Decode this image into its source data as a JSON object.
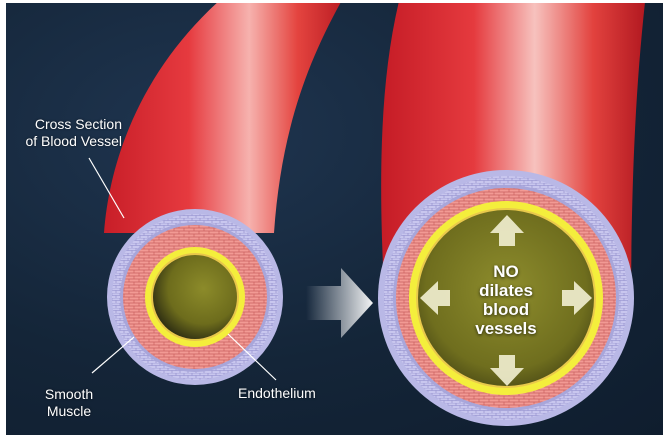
{
  "labels": {
    "cross_section": [
      "Cross Section",
      "of Blood Vessel"
    ],
    "smooth_muscle": [
      "Smooth",
      "Muscle"
    ],
    "endothelium": "Endothelium",
    "center_text": [
      "NO",
      "dilates",
      "blood",
      "vessels"
    ]
  },
  "colors": {
    "background": "#142538",
    "vessel_red": "#e0353b",
    "membrane_lilac": "#b9b8e6",
    "muscle_pink": "#f19a95",
    "endothelium_yellow": "#f2ec3a",
    "lumen_olive": "#7a7a22"
  }
}
